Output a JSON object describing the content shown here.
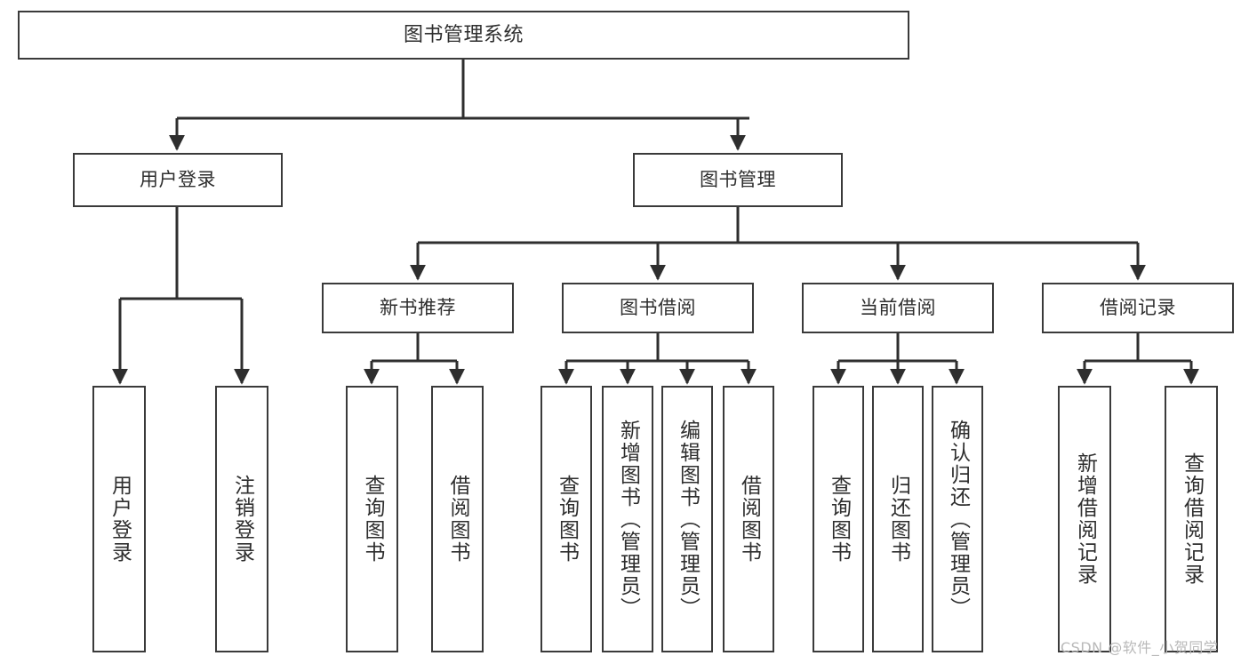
{
  "diagram": {
    "title": "图书管理系统",
    "type": "tree-hierarchy",
    "colors": {
      "box_border": "#3a3a3a",
      "box_fill": "#ffffff",
      "connector": "#2e2e2e",
      "text": "#2e2e2e",
      "background": "#ffffff",
      "watermark": "#b9b9b9"
    },
    "root": {
      "label": "图书管理系统"
    },
    "level2": [
      {
        "label": "用户登录"
      },
      {
        "label": "图书管理"
      }
    ],
    "level3": [
      {
        "label": "新书推荐"
      },
      {
        "label": "图书借阅"
      },
      {
        "label": "当前借阅"
      },
      {
        "label": "借阅记录"
      }
    ],
    "leaves": {
      "user_login": [
        {
          "label": "用户登录"
        },
        {
          "label": "注销登录"
        }
      ],
      "new_book_recommend": [
        {
          "label": "查询图书"
        },
        {
          "label": "借阅图书"
        }
      ],
      "book_borrow": [
        {
          "label": "查询图书"
        },
        {
          "label": "新增图书（管理员）"
        },
        {
          "label": "编辑图书（管理员）"
        },
        {
          "label": "借阅图书"
        }
      ],
      "current_borrow": [
        {
          "label": "查询图书"
        },
        {
          "label": "归还图书"
        },
        {
          "label": "确认归还（管理员）"
        }
      ],
      "borrow_record": [
        {
          "label": "新增借阅记录"
        },
        {
          "label": "查询借阅记录"
        }
      ]
    }
  },
  "watermark": {
    "text": "CSDN @软件_小贺同学"
  }
}
